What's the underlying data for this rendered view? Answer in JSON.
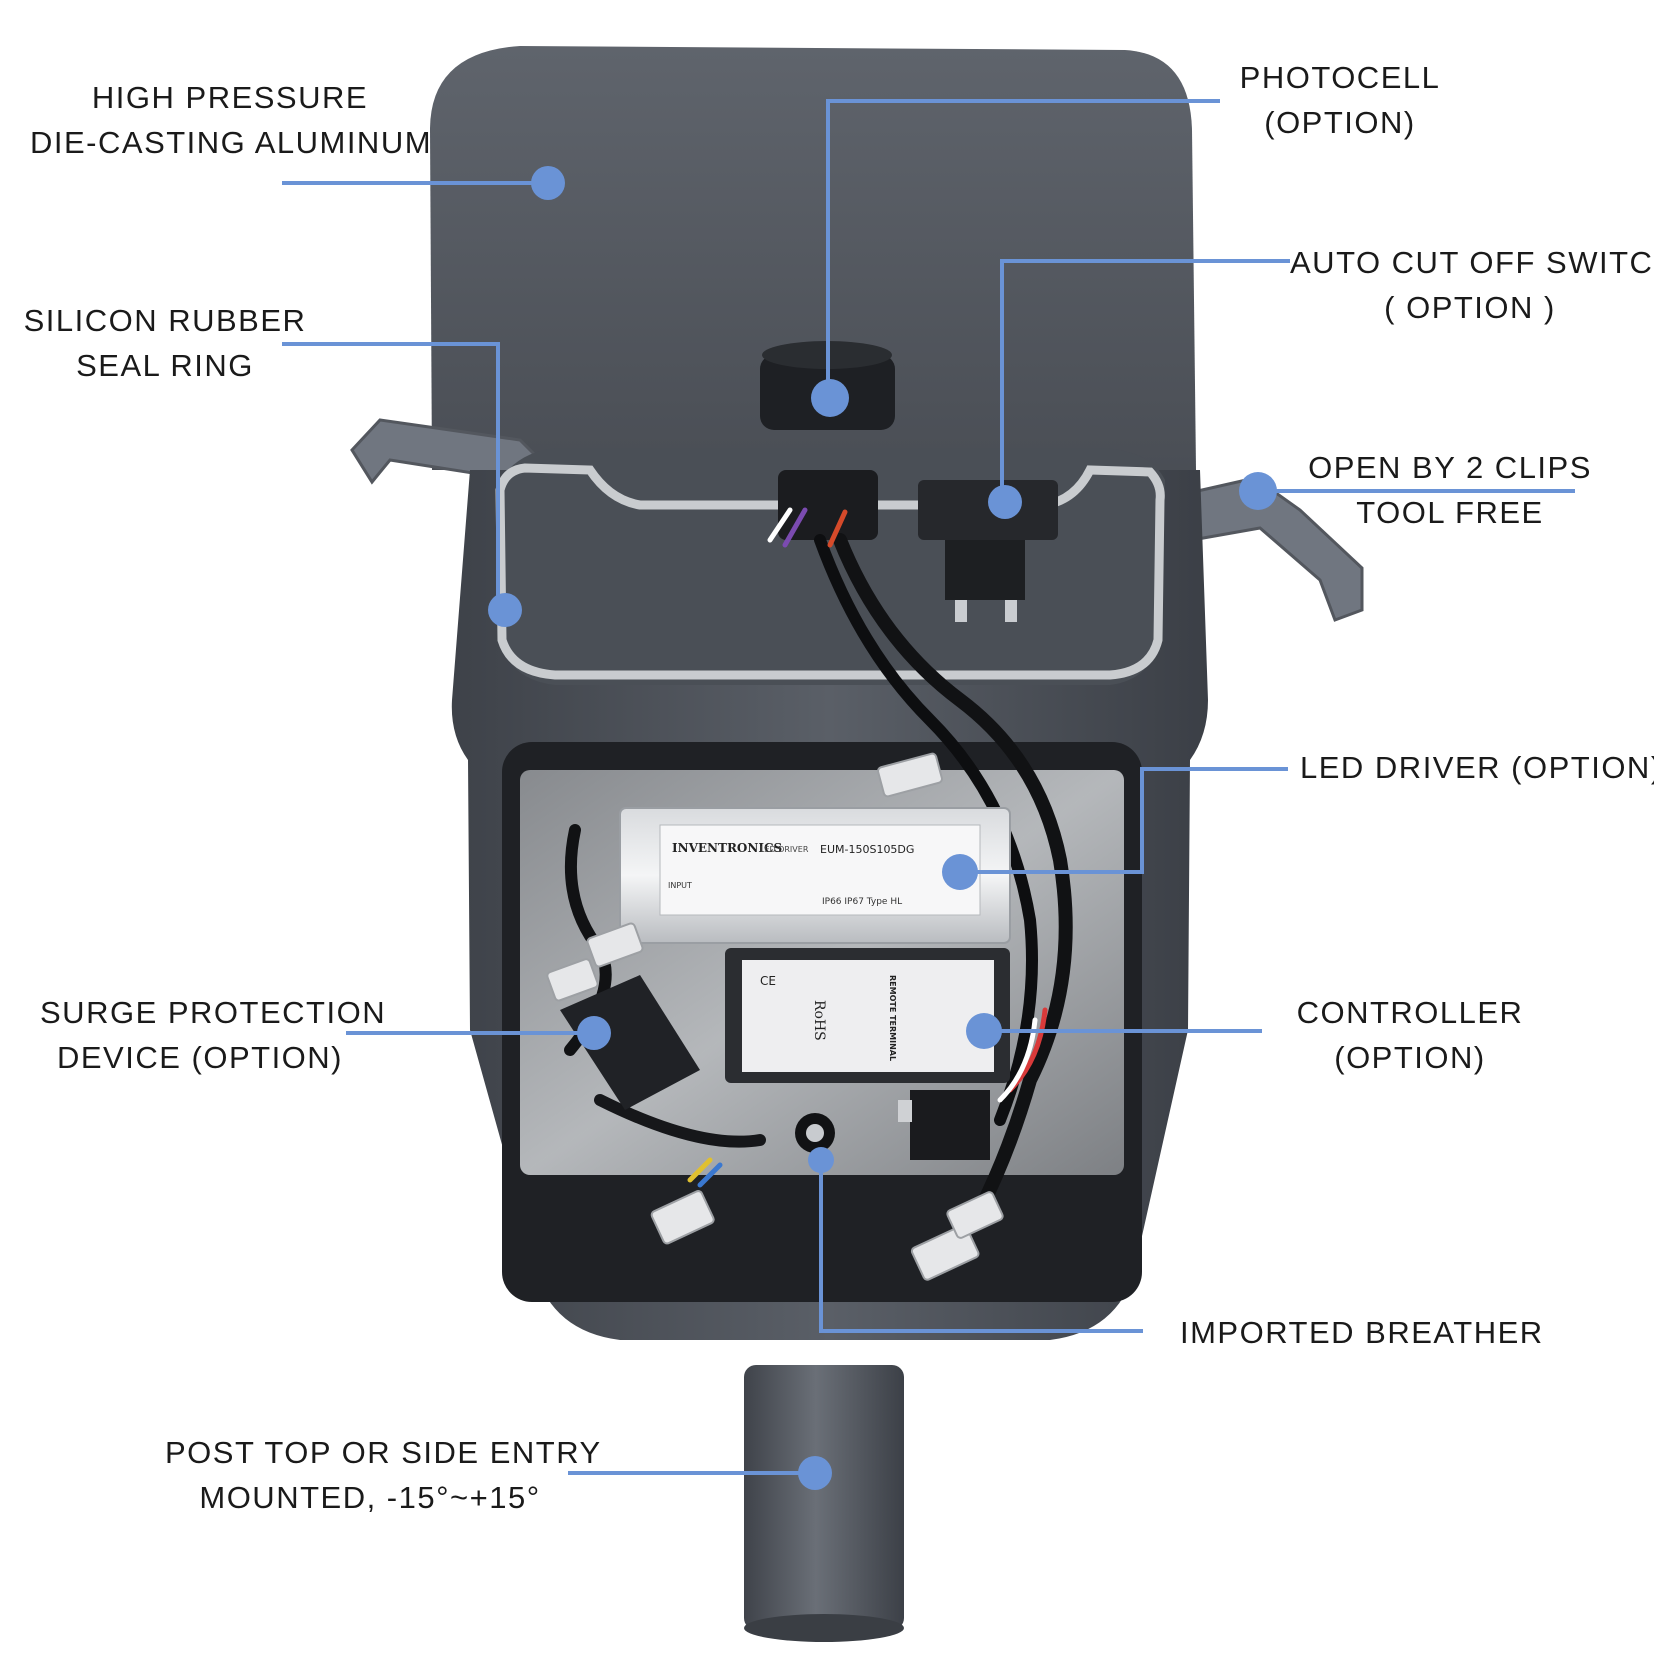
{
  "leader_color": "#6a93d6",
  "callouts": {
    "aluminum": {
      "line1": "HIGH PRESSURE",
      "line2": "DIE-CASTING ALUMINUM"
    },
    "seal_ring": {
      "line1": "SILICON RUBBER",
      "line2": "SEAL RING"
    },
    "surge": {
      "line1": "SURGE PROTECTION",
      "line2": "DEVICE (OPTION)"
    },
    "mount": {
      "line1": "POST TOP OR SIDE ENTRY",
      "line2": "MOUNTED,  -15°~+15°"
    },
    "photocell": {
      "line1": "PHOTOCELL",
      "line2": "(OPTION)"
    },
    "cutoff": {
      "line1": "AUTO CUT OFF SWITCH",
      "line2": "( OPTION )"
    },
    "clips": {
      "line1": "OPEN BY 2 CLIPS",
      "line2": "TOOL FREE"
    },
    "driver": {
      "line1": "LED DRIVER (OPTION)"
    },
    "controller": {
      "line1": "CONTROLLER",
      "line2": "(OPTION)"
    },
    "breather": {
      "line1": "IMPORTED BREATHER"
    }
  },
  "device": {
    "driver_brand": "INVENTRONICS",
    "driver_model": "EUM-150S105DG",
    "driver_label": "LED DRIVER",
    "driver_input": "INPUT",
    "driver_ip": "IP66   IP67   Type HL",
    "controller_title": "REMOTE TERMINAL",
    "controller_rohs": "RoHS",
    "controller_ce": "CE"
  }
}
